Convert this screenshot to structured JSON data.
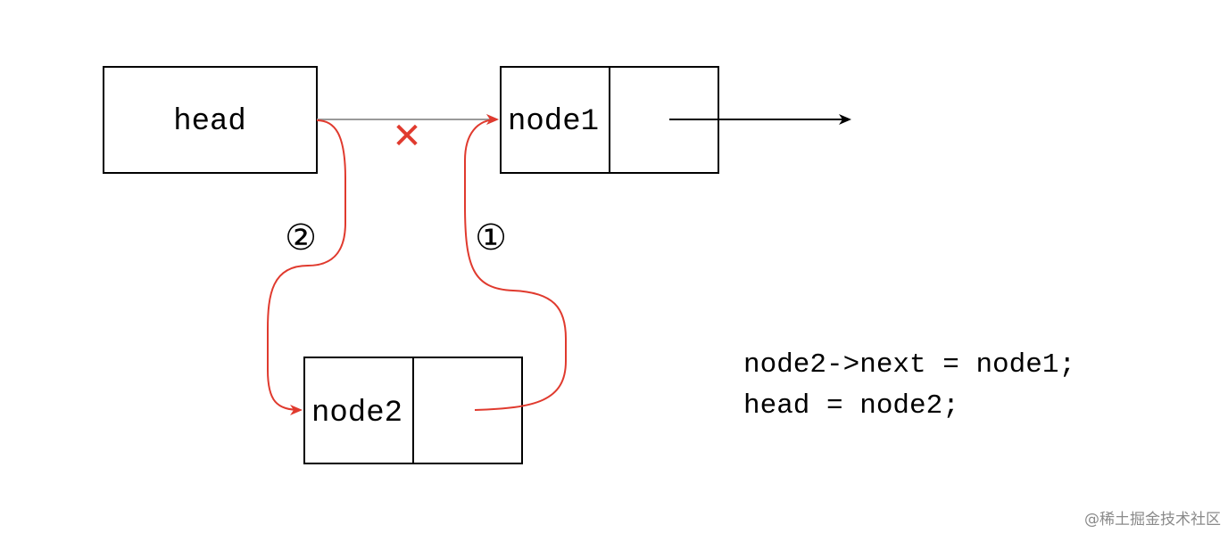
{
  "nodes": {
    "head": "head",
    "node1": "node1",
    "node2": "node2"
  },
  "step_markers": {
    "step1": "①",
    "step2": "②"
  },
  "broken_link_mark": "✕",
  "code": {
    "line1": "node2->next = node1;",
    "line2": "head = node2;"
  },
  "watermark": "@稀土掘金技术社区",
  "colors": {
    "box_stroke": "#000000",
    "arrow_black": "#000000",
    "arrow_old": "#9a9a9a",
    "arrow_red": "#e03a2e",
    "cross_red": "#e03a2e"
  }
}
